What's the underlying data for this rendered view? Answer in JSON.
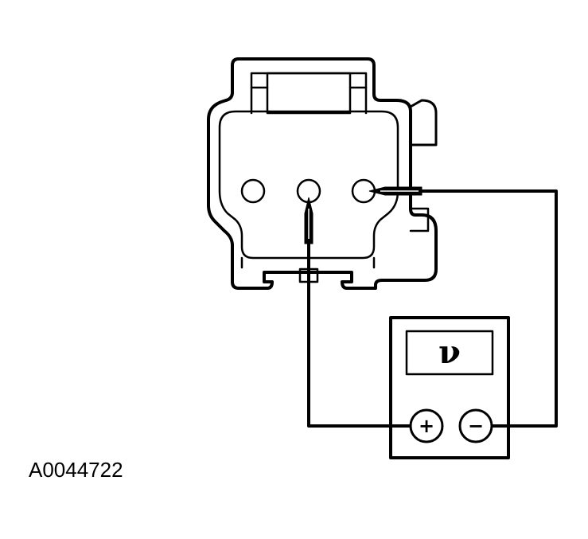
{
  "figure_id": "A0044722",
  "meter": {
    "display_symbol": "ν",
    "positive_terminal": "+",
    "negative_terminal": "−"
  },
  "colors": {
    "ink": "#000000",
    "background": "#ffffff"
  },
  "icons": [
    "connector-housing",
    "pin-cavity",
    "test-probe",
    "voltmeter"
  ]
}
